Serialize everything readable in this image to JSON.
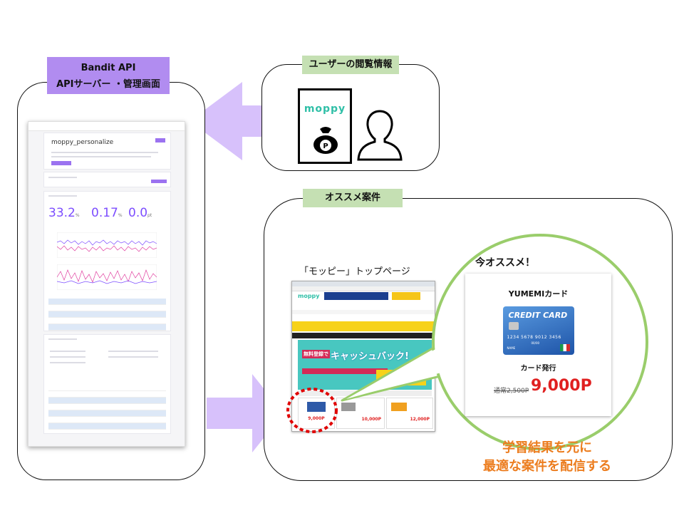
{
  "api_panel": {
    "title_line1": "Bandit API",
    "title_line2": "APIサーバー ・管理画面"
  },
  "user_panel": {
    "label": "ユーザーの閲覧情報",
    "phone_logo": "moppy"
  },
  "reco_panel": {
    "label": "オススメ案件",
    "top_page_caption": "「モッピー」トップページ",
    "bubble_title": "今オススメ！",
    "card_name": "YUMEMIカード",
    "credit_card_text": "CREDIT CARD",
    "card_number": "1234 5678 9012 3456",
    "card_expiry": "00/00",
    "card_holder": "NAME",
    "action": "カード発行",
    "old_price": "通常2,500P",
    "new_price": "9,000P",
    "result_line1": "学習結果を元に",
    "result_line2": "最適な案件を配信する"
  },
  "dashboard": {
    "app_name": "moppy_personalize",
    "stats": [
      {
        "value": "33.2",
        "unit": "%"
      },
      {
        "value": "0.17",
        "unit": "%"
      },
      {
        "value": "0.0",
        "unit": "pt"
      }
    ]
  },
  "browser": {
    "logo": "moppy",
    "banner": "キャッシュバック!",
    "banner_sub": "無料登録で",
    "prices": [
      "9,000P",
      "10,000P",
      "12,000P"
    ]
  },
  "colors": {
    "purple_label": "#b18cf0",
    "green_label": "#c5e0b3",
    "arrow": "#d7c1fb",
    "accent_green": "#9acd6b",
    "price_red": "#e02020",
    "result_orange": "#ec7d1f",
    "dashed_red": "#e00000"
  }
}
